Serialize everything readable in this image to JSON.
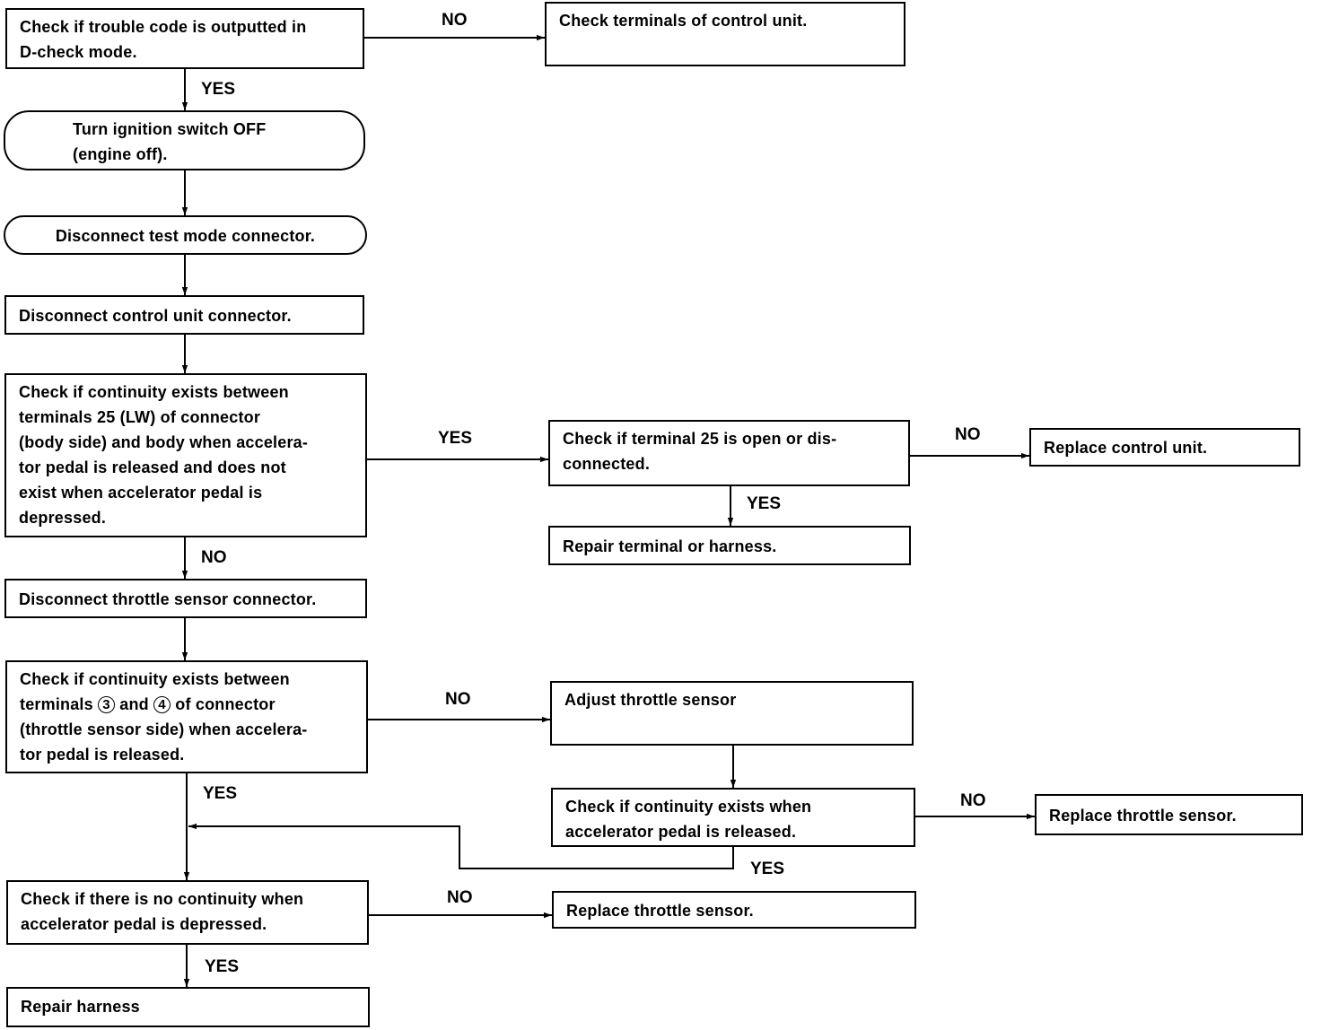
{
  "nodes": {
    "n1": "Check if trouble code is outputted in\nD-check mode.",
    "n2": "Check terminals of control unit.",
    "n3": "Turn ignition switch OFF\n(engine off).",
    "n4": "Disconnect test mode connector.",
    "n5": "Disconnect control unit connector.",
    "n6": "Check if continuity exists between\nterminals 25 (LW) of connector\n(body side) and body when accelera-\ntor pedal is released and does not\nexist when accelerator pedal is\ndepressed.",
    "n7": "Check if terminal 25 is open or dis-\nconnected.",
    "n8": "Replace control unit.",
    "n9": "Repair terminal or harness.",
    "n10": "Disconnect throttle sensor connector.",
    "n11": {
      "l1": "Check if continuity exists between",
      "l2a": "terminals",
      "c3": "3",
      "l2b": "and",
      "c4": "4",
      "l2c": "of connector",
      "l3": "(throttle sensor side) when accelera-",
      "l4": "tor pedal is released."
    },
    "n12": "Adjust throttle sensor",
    "n13": "Check if continuity exists when\naccelerator pedal is released.",
    "n14": "Replace throttle sensor.",
    "n15": "Check if there is no continuity when\naccelerator pedal is depressed.",
    "n16": "Replace throttle sensor.",
    "n17": "Repair  harness"
  },
  "labels": {
    "l1": "NO",
    "l2": "YES",
    "l3": "YES",
    "l4": "NO",
    "l5": "YES",
    "l6": "NO",
    "l7": "NO",
    "l8": "YES",
    "l9": "NO",
    "l10": "YES",
    "l11": "NO",
    "l12": "YES"
  }
}
